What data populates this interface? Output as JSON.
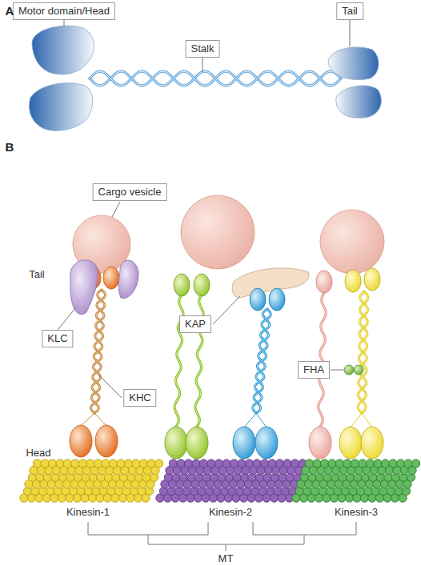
{
  "diagram": {
    "nodes": [
      {
        "text": [
          "Motor domain/Head"
        ]
      },
      {
        "text": [
          "Tail"
        ]
      },
      {
        "text": [
          "Stalk"
        ]
      },
      {
        "text": [
          "Cargo vesicle"
        ]
      },
      {
        "text": [
          "KAP"
        ]
      },
      {
        "text": [
          "KLC"
        ]
      },
      {
        "text": [
          "FHA"
        ]
      },
      {
        "text": [
          "KHC"
        ]
      }
    ],
    "labels": [
      "A",
      "B",
      "Tail",
      "Head",
      "Kinesin-1",
      "Kinesin-2",
      "Kinesin-3",
      "MT"
    ]
  }
}
